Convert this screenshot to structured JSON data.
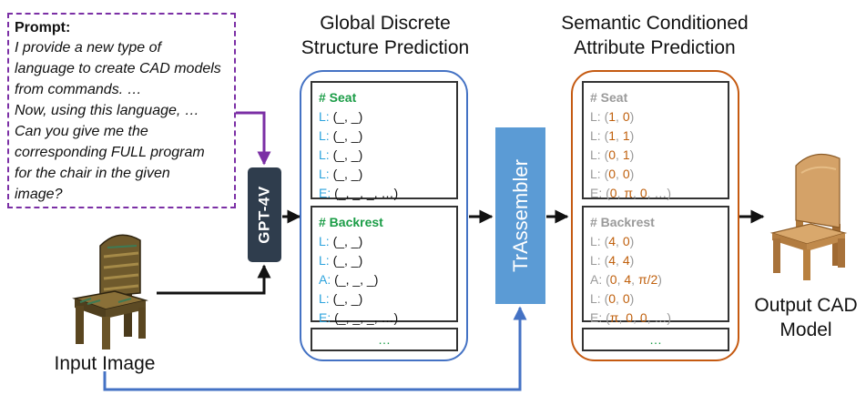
{
  "prompt": {
    "title": "Prompt:",
    "lines": [
      "I provide a new type of",
      "language to create CAD models",
      "from commands. …",
      "Now, using this language, …",
      "Can you give me the",
      "corresponding FULL program",
      "for the chair in the given",
      "image?"
    ]
  },
  "gpt": {
    "label": "GPT-4V"
  },
  "input": {
    "label": "Input Image"
  },
  "structure": {
    "header": [
      "Global Discrete",
      "Structure Prediction"
    ],
    "seat": {
      "title": "# Seat",
      "lines": [
        {
          "k": "L:",
          "v": "(_, _)"
        },
        {
          "k": "L:",
          "v": "(_, _)"
        },
        {
          "k": "L:",
          "v": "(_, _)"
        },
        {
          "k": "L:",
          "v": "(_, _)"
        },
        {
          "k": "E:",
          "v": "(_, _, _, …)"
        }
      ]
    },
    "backrest": {
      "title": "# Backrest",
      "lines": [
        {
          "k": "L:",
          "v": "(_, _)"
        },
        {
          "k": "L:",
          "v": "(_, _)"
        },
        {
          "k": "A:",
          "v": "(_, _, _)"
        },
        {
          "k": "L:",
          "v": "(_, _)"
        },
        {
          "k": "E:",
          "v": "(_, _, _, …)"
        }
      ]
    },
    "more": "…"
  },
  "assembler": {
    "label": "TrAssembler"
  },
  "attribute": {
    "header": [
      "Semantic Conditioned",
      "Attribute Prediction"
    ],
    "seat": {
      "title": "# Seat",
      "lines": [
        {
          "k": "L:",
          "v": [
            "1",
            "0"
          ]
        },
        {
          "k": "L:",
          "v": [
            "1",
            "1"
          ]
        },
        {
          "k": "L:",
          "v": [
            "0",
            "1"
          ]
        },
        {
          "k": "L:",
          "v": [
            "0",
            "0"
          ]
        },
        {
          "k": "E:",
          "v": [
            "0",
            "π",
            "0",
            "…"
          ]
        }
      ]
    },
    "backrest": {
      "title": "# Backrest",
      "lines": [
        {
          "k": "L:",
          "v": [
            "4",
            "0"
          ]
        },
        {
          "k": "L:",
          "v": [
            "4",
            "4"
          ]
        },
        {
          "k": "A:",
          "v": [
            "0",
            "4",
            "π/2"
          ]
        },
        {
          "k": "L:",
          "v": [
            "0",
            "0"
          ]
        },
        {
          "k": "E:",
          "v": [
            "π",
            "0",
            "0",
            "…"
          ]
        }
      ]
    },
    "more": "…"
  },
  "output": {
    "label": [
      "Output CAD",
      "Model"
    ]
  },
  "colors": {
    "prompt_border": "#7b2fa5",
    "structure_border": "#4472c4",
    "attribute_border": "#c55a11",
    "gpt_fill": "#2f3d4d",
    "assembler_fill": "#5b9bd5",
    "green": "#1a9c46",
    "blue": "#2ca3dd",
    "orange": "#c0600d"
  }
}
